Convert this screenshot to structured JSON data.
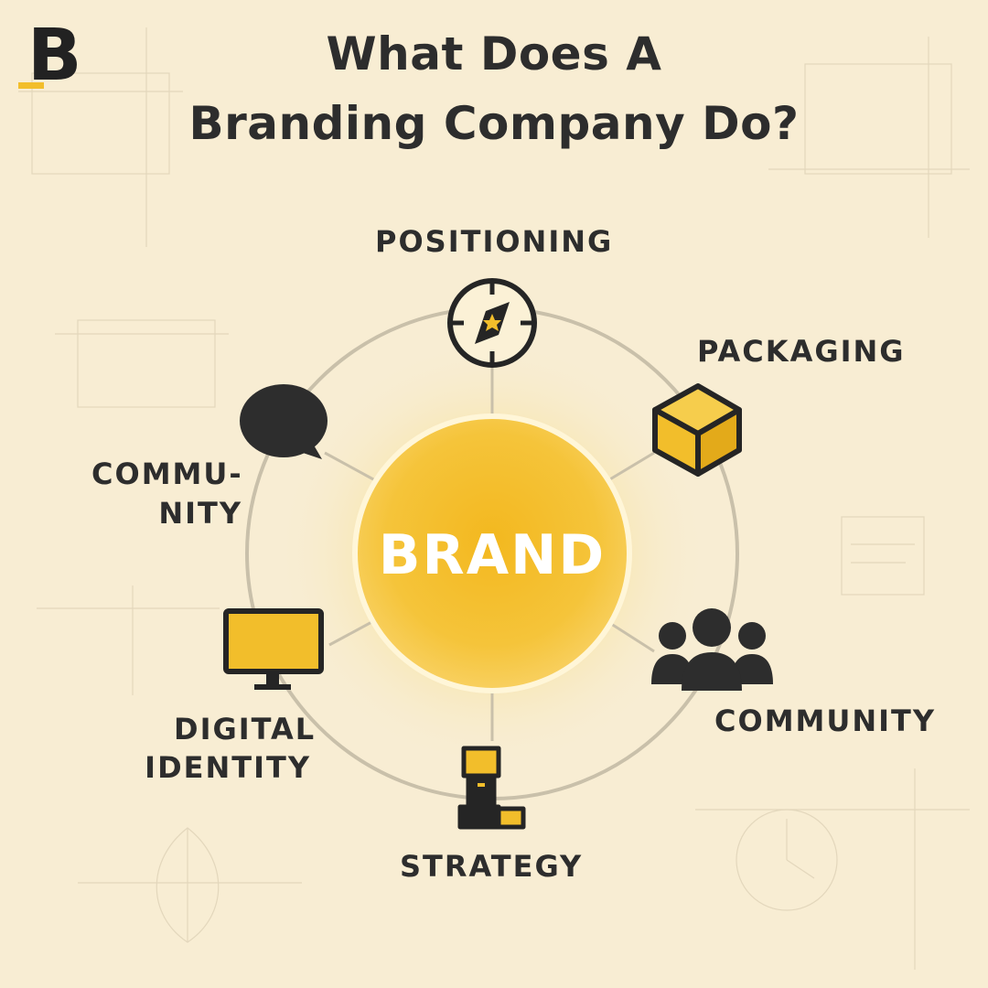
{
  "logo": {
    "letter": "B"
  },
  "title": {
    "line1": "What Does A",
    "line2": "Branding Company Do?"
  },
  "center": {
    "label": "BRAND"
  },
  "items": [
    {
      "label": "POSITIONING",
      "icon": "compass-icon"
    },
    {
      "label": "PACKAGING",
      "icon": "box-icon"
    },
    {
      "label": "COMMUNITY",
      "icon": "people-icon"
    },
    {
      "label": "STRATEGY",
      "icon": "chess-tower-icon"
    },
    {
      "label_line1": "DIGITAL",
      "label_line2": "IDENTITY",
      "icon": "monitor-icon"
    },
    {
      "label_line1": "COMMU-",
      "label_line2": "NITY",
      "icon": "speech-bubble-icon"
    }
  ],
  "colors": {
    "background": "#f8edd3",
    "accent": "#f2be2b",
    "dark": "#2d2d2d",
    "ring": "#c9c0aa"
  }
}
